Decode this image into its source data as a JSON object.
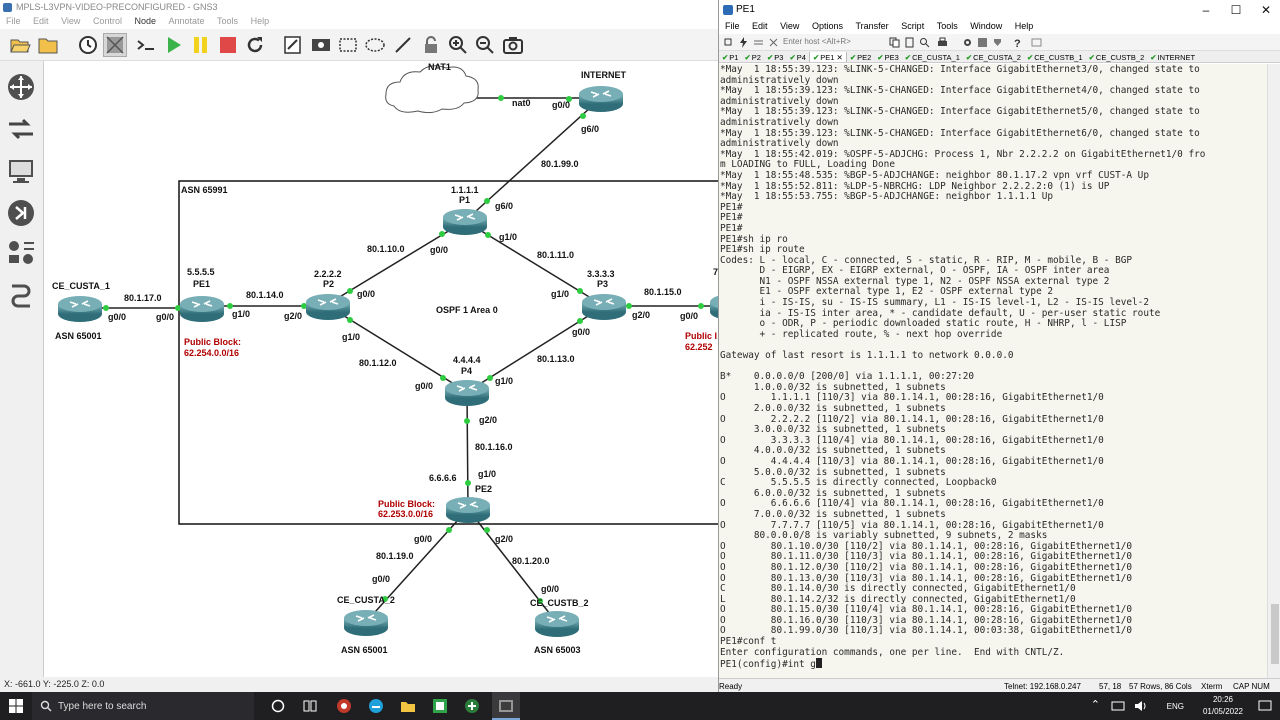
{
  "gns3": {
    "title": "MPLS-L3VPN-VIDEO-PRECONFIGURED - GNS3",
    "menu": [
      "File",
      "Edit",
      "View",
      "Control",
      "Node",
      "Annotate",
      "Tools",
      "Help"
    ],
    "toolbar_icons": [
      "open-folder-icon",
      "folder-icon",
      "clock-icon",
      "grid-icon",
      "console-icon",
      "play-icon",
      "pause-icon",
      "stop-icon",
      "reload-icon",
      "edit-note-icon",
      "picture-icon",
      "rectangle-icon",
      "ellipse-icon",
      "line-icon",
      "lock-icon",
      "zoom-in-icon",
      "zoom-out-icon",
      "screenshot-icon"
    ],
    "sidebar_icons": [
      "routers-icon",
      "switches-icon",
      "end-devices-icon",
      "security-devices-icon",
      "all-devices-icon",
      "add-link-icon"
    ],
    "status": "X: -661.0 Y: -225.0 Z: 0.0"
  },
  "topology": {
    "area_label": "ASN 65991",
    "ospf_label": "OSPF 1 Area 0",
    "nodes": {
      "nat1": "NAT1",
      "internet": "INTERNET",
      "p1": {
        "name": "P1",
        "loopback": "1.1.1.1"
      },
      "p2": {
        "name": "P2",
        "loopback": "2.2.2.2"
      },
      "p3": {
        "name": "P3",
        "loopback": "3.3.3.3"
      },
      "p4": {
        "name": "P4",
        "loopback": "4.4.4.4"
      },
      "pe1": {
        "name": "PE1",
        "loopback": "5.5.5.5"
      },
      "pe2": {
        "name": "PE2",
        "loopback": "6.6.6.6"
      },
      "pe3_loopback_partial": "7",
      "ce_custa_1": {
        "name": "CE_CUSTA_1",
        "asn": "ASN 65001"
      },
      "ce_custa_2": {
        "name": "CE_CUSTA_2",
        "asn": "ASN 65001"
      },
      "ce_custb_2": {
        "name": "CE_CUSTB_2",
        "asn": "ASN 65003"
      }
    },
    "public_blocks": {
      "pe1_title": "Public Block:",
      "pe1_block": "62.254.0.0/16",
      "pe2_title": "Public Block:",
      "pe2_block": "62.253.0.0/16",
      "pe3_title_partial": "Public I",
      "pe3_block_partial": "62.252"
    },
    "links": {
      "nat_internet": {
        "a": "nat0",
        "b": "g0/0"
      },
      "internet_p1": {
        "net": "80.1.99.0",
        "a": "g6/0",
        "b": "g6/0"
      },
      "p1_p2": {
        "net": "80.1.10.0",
        "a": "g0/0",
        "b": "g0/0"
      },
      "p1_p3": {
        "net": "80.1.11.0",
        "a": "g1/0",
        "b": "g1/0"
      },
      "pe1_p2": {
        "net": "80.1.14.0",
        "a": "g1/0",
        "b": "g2/0"
      },
      "p2_p4": {
        "net": "80.1.12.0",
        "a": "g1/0",
        "b": "g0/0"
      },
      "p3_p4": {
        "net": "80.1.13.0",
        "a": "g0/0",
        "b": "g1/0"
      },
      "p3_pe3": {
        "net": "80.1.15.0",
        "a": "g2/0",
        "b": "g0/0"
      },
      "p4_pe2": {
        "net": "80.1.16.0",
        "a": "g2/0",
        "b": "g1/0"
      },
      "ce1_pe1": {
        "net": "80.1.17.0",
        "a": "g0/0",
        "b": "g0/0"
      },
      "pe2_ce2": {
        "net": "80.1.19.0",
        "a": "g0/0",
        "b": "g0/0"
      },
      "pe2_ceb2": {
        "net": "80.1.20.0",
        "a": "g2/0",
        "b": "g0/0"
      }
    }
  },
  "terminal": {
    "title": "PE1",
    "menu": [
      "File",
      "Edit",
      "View",
      "Options",
      "Transfer",
      "Script",
      "Tools",
      "Window",
      "Help"
    ],
    "host_placeholder": "Enter host <Alt+R>",
    "tabs": [
      "P1",
      "P2",
      "P3",
      "P4",
      "PE1",
      "PE2",
      "PE3",
      "CE_CUSTA_1",
      "CE_CUSTA_2",
      "CE_CUSTB_1",
      "CE_CUSTB_2",
      "INTERNET"
    ],
    "active_tab": "PE1",
    "lines": [
      "*May  1 18:55:39.123: %LINK-5-CHANGED: Interface GigabitEthernet3/0, changed state to",
      "administratively down",
      "*May  1 18:55:39.123: %LINK-5-CHANGED: Interface GigabitEthernet4/0, changed state to",
      "administratively down",
      "*May  1 18:55:39.123: %LINK-5-CHANGED: Interface GigabitEthernet5/0, changed state to",
      "administratively down",
      "*May  1 18:55:39.123: %LINK-5-CHANGED: Interface GigabitEthernet6/0, changed state to",
      "administratively down",
      "*May  1 18:55:42.019: %OSPF-5-ADJCHG: Process 1, Nbr 2.2.2.2 on GigabitEthernet1/0 fro",
      "m LOADING to FULL, Loading Done",
      "*May  1 18:55:48.535: %BGP-5-ADJCHANGE: neighbor 80.1.17.2 vpn vrf CUST-A Up",
      "*May  1 18:55:52.811: %LDP-5-NBRCHG: LDP Neighbor 2.2.2.2:0 (1) is UP",
      "*May  1 18:55:53.755: %BGP-5-ADJCHANGE: neighbor 1.1.1.1 Up",
      "PE1#",
      "PE1#",
      "PE1#",
      "PE1#sh ip ro",
      "PE1#sh ip route",
      "Codes: L - local, C - connected, S - static, R - RIP, M - mobile, B - BGP",
      "       D - EIGRP, EX - EIGRP external, O - OSPF, IA - OSPF inter area",
      "       N1 - OSPF NSSA external type 1, N2 - OSPF NSSA external type 2",
      "       E1 - OSPF external type 1, E2 - OSPF external type 2",
      "       i - IS-IS, su - IS-IS summary, L1 - IS-IS level-1, L2 - IS-IS level-2",
      "       ia - IS-IS inter area, * - candidate default, U - per-user static route",
      "       o - ODR, P - periodic downloaded static route, H - NHRP, l - LISP",
      "       + - replicated route, % - next hop override",
      "",
      "Gateway of last resort is 1.1.1.1 to network 0.0.0.0",
      "",
      "B*    0.0.0.0/0 [200/0] via 1.1.1.1, 00:27:20",
      "      1.0.0.0/32 is subnetted, 1 subnets",
      "O        1.1.1.1 [110/3] via 80.1.14.1, 00:28:16, GigabitEthernet1/0",
      "      2.0.0.0/32 is subnetted, 1 subnets",
      "O        2.2.2.2 [110/2] via 80.1.14.1, 00:28:16, GigabitEthernet1/0",
      "      3.0.0.0/32 is subnetted, 1 subnets",
      "O        3.3.3.3 [110/4] via 80.1.14.1, 00:28:16, GigabitEthernet1/0",
      "      4.0.0.0/32 is subnetted, 1 subnets",
      "O        4.4.4.4 [110/3] via 80.1.14.1, 00:28:16, GigabitEthernet1/0",
      "      5.0.0.0/32 is subnetted, 1 subnets",
      "C        5.5.5.5 is directly connected, Loopback0",
      "      6.0.0.0/32 is subnetted, 1 subnets",
      "O        6.6.6.6 [110/4] via 80.1.14.1, 00:28:16, GigabitEthernet1/0",
      "      7.0.0.0/32 is subnetted, 1 subnets",
      "O        7.7.7.7 [110/5] via 80.1.14.1, 00:28:16, GigabitEthernet1/0",
      "      80.0.0.0/8 is variably subnetted, 9 subnets, 2 masks",
      "O        80.1.10.0/30 [110/2] via 80.1.14.1, 00:28:16, GigabitEthernet1/0",
      "O        80.1.11.0/30 [110/3] via 80.1.14.1, 00:28:16, GigabitEthernet1/0",
      "O        80.1.12.0/30 [110/2] via 80.1.14.1, 00:28:16, GigabitEthernet1/0",
      "O        80.1.13.0/30 [110/3] via 80.1.14.1, 00:28:16, GigabitEthernet1/0",
      "C        80.1.14.0/30 is directly connected, GigabitEthernet1/0",
      "L        80.1.14.2/32 is directly connected, GigabitEthernet1/0",
      "O        80.1.15.0/30 [110/4] via 80.1.14.1, 00:28:16, GigabitEthernet1/0",
      "O        80.1.16.0/30 [110/3] via 80.1.14.1, 00:28:16, GigabitEthernet1/0",
      "O        80.1.99.0/30 [110/3] via 80.1.14.1, 00:03:38, GigabitEthernet1/0",
      "PE1#conf t",
      "Enter configuration commands, one per line.  End with CNTL/Z."
    ],
    "prompt_line": "PE1(config)#int g",
    "status": {
      "ready": "Ready",
      "conn": "Telnet: 192.168.0.247",
      "pos": "57, 18",
      "size": "57 Rows, 86 Cols",
      "term": "Xterm",
      "caps": "CAP NUM"
    }
  },
  "taskbar": {
    "search_placeholder": "Type here to search",
    "lang": "ENG",
    "time": "20:26",
    "date": "01/05/2022"
  },
  "colors": {
    "link_green": "#2ecc40",
    "public_block_red": "#b00000",
    "router_teal": "#4a8a95",
    "terminal_bg": "#f6f6ee",
    "taskbar_bg": "#1f1f22"
  }
}
